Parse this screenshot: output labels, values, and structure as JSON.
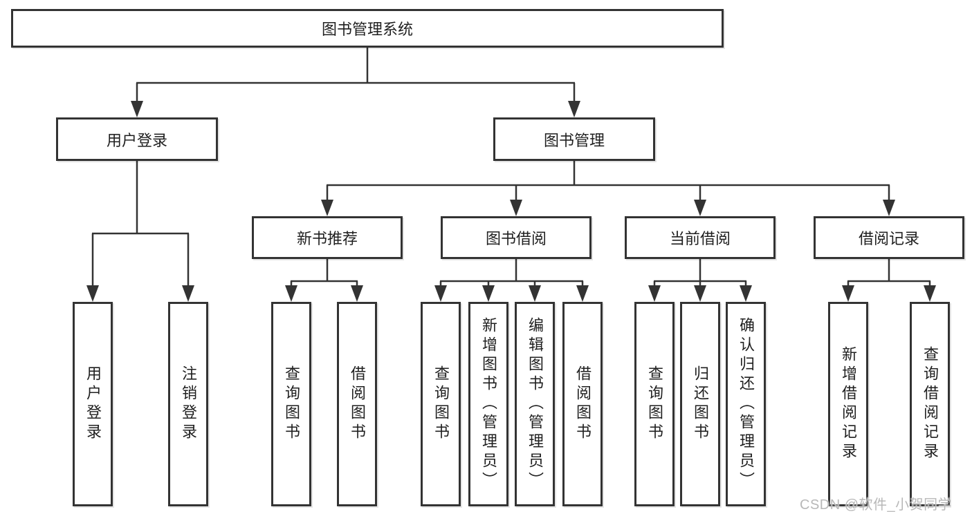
{
  "diagram": {
    "title": "图书管理系统",
    "watermark": "CSDN @软件_小贺同学",
    "colors": {
      "line": "#333333",
      "box_border": "#333333",
      "text": "#1f1f1f",
      "watermark": "#b8b8b8"
    },
    "user_branch": {
      "label": "用户登录",
      "children": [
        {
          "label": "用户登录"
        },
        {
          "label": "注销登录"
        }
      ]
    },
    "book_branch": {
      "label": "图书管理",
      "groups": [
        {
          "label": "新书推荐",
          "children": [
            {
              "label": "查询图书"
            },
            {
              "label": "借阅图书"
            }
          ]
        },
        {
          "label": "图书借阅",
          "children": [
            {
              "label": "查询图书"
            },
            {
              "label": "新增图书（管理员）"
            },
            {
              "label": "编辑图书（管理员）"
            },
            {
              "label": "借阅图书"
            }
          ]
        },
        {
          "label": "当前借阅",
          "children": [
            {
              "label": "查询图书"
            },
            {
              "label": "归还图书"
            },
            {
              "label": "确认归还（管理员）"
            }
          ]
        },
        {
          "label": "借阅记录",
          "children": [
            {
              "label": "新增借阅记录"
            },
            {
              "label": "查询借阅记录"
            }
          ]
        }
      ]
    }
  }
}
